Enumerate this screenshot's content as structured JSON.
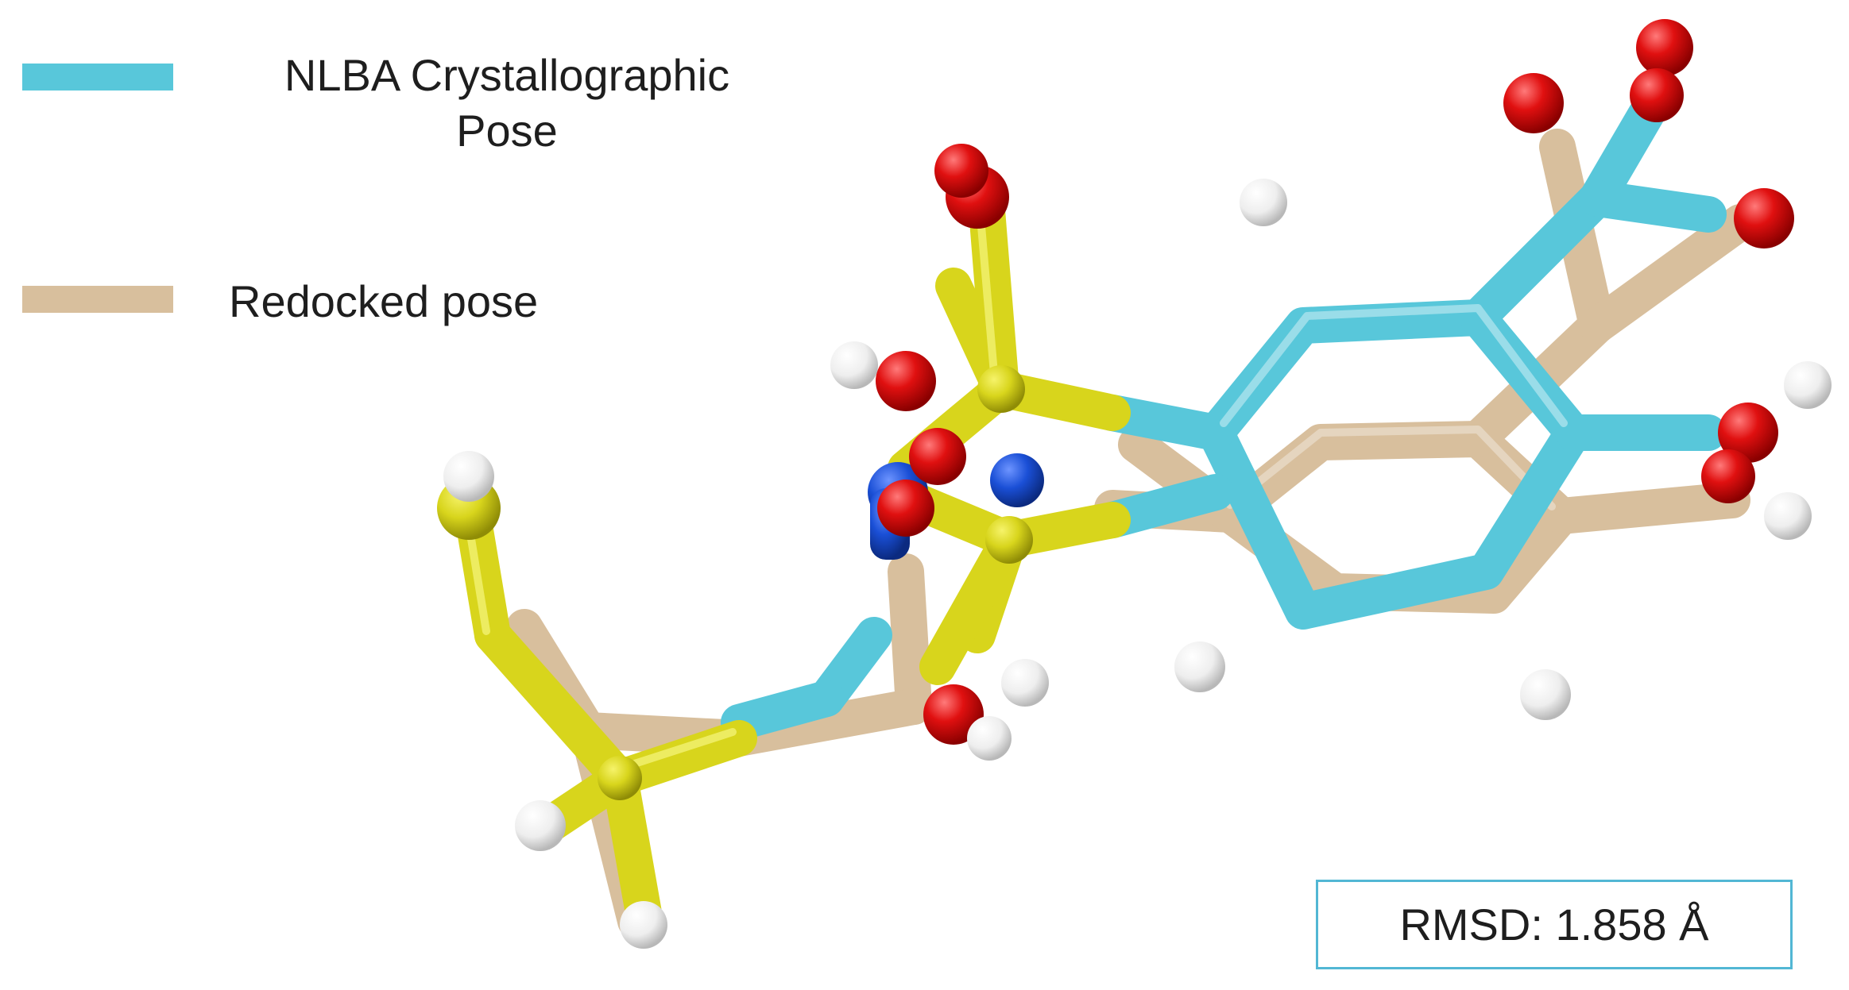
{
  "legend": {
    "items": [
      {
        "label": "NLBA Crystallographic Pose",
        "color": "#58c7da"
      },
      {
        "label": "Redocked pose",
        "color": "#d8bf9d"
      }
    ]
  },
  "rmsd": {
    "text": "RMSD: 1.858 Å"
  },
  "colors": {
    "crystal": "#58c7da",
    "redocked": "#d8bf9d",
    "sulfur": "#d8d51c",
    "oxygen": "#e01010",
    "nitrogen": "#1a4fd6",
    "hydrogen": "#f2f2f2"
  }
}
